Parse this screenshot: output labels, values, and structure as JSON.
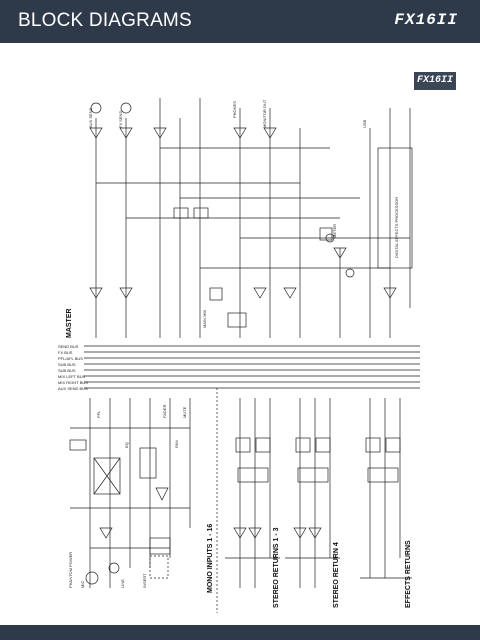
{
  "header": {
    "title": "BLOCK DIAGRAMS",
    "logo": "FX16II"
  },
  "badge": {
    "logo": "FX16II"
  },
  "diagram": {
    "sections": {
      "master": "MASTER",
      "mono_inputs": "MONO INPUTS 1 - 16",
      "stereo_returns_1_3": "STEREO RETURNS 1 - 3",
      "stereo_return_4": "STEREO RETURN 4",
      "effects_returns": "EFFECTS RETURNS"
    },
    "bus_labels": [
      "SEND BUS",
      "FX BUS",
      "PFL/AFL BUS",
      "SUB BUS",
      "SUB BUS",
      "MIX LEFT BUS",
      "MIX RIGHT BUS",
      "AUX SEND BUS"
    ],
    "blocks": {
      "effects_processor": "DIGITAL EFFECTS PROCESSOR",
      "phantom_power": "PHANTOM POWER",
      "mic_input": "MIC",
      "line_input": "LINE",
      "insert": "INSERT",
      "eq": "EQ",
      "pan": "PAN",
      "mute": "MUTE",
      "pfl": "PFL",
      "fader": "FADER",
      "main_mix": "MAIN MIX",
      "headphones": "PHONES",
      "monitor_out": "MONITOR OUT",
      "aux_send": "AUX SEND",
      "fx_send": "FX SEND",
      "usb": "USB",
      "meter": "METER"
    }
  }
}
